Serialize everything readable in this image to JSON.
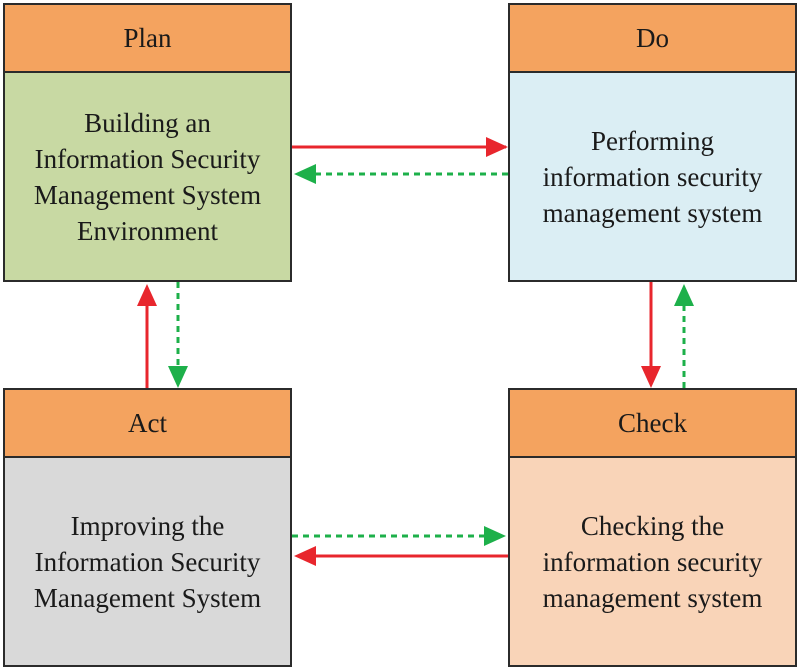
{
  "colors": {
    "header": "#f4a35f",
    "plan_body": "#c8d9a3",
    "do_body": "#dbeef4",
    "act_body": "#d9d9d9",
    "check_body": "#f9d4b8",
    "arrow_red": "#e8262d",
    "arrow_green": "#1db04a",
    "border": "#2b2b2b"
  },
  "plan": {
    "title": "Plan",
    "text": "Building an\nInformation Security\nManagement System\nEnvironment"
  },
  "do": {
    "title": "Do",
    "text": "Performing\ninformation security\nmanagement system"
  },
  "act": {
    "title": "Act",
    "text": "Improving the\nInformation Security\nManagement System"
  },
  "check": {
    "title": "Check",
    "text": "Checking the\ninformation security\nmanagement system"
  }
}
